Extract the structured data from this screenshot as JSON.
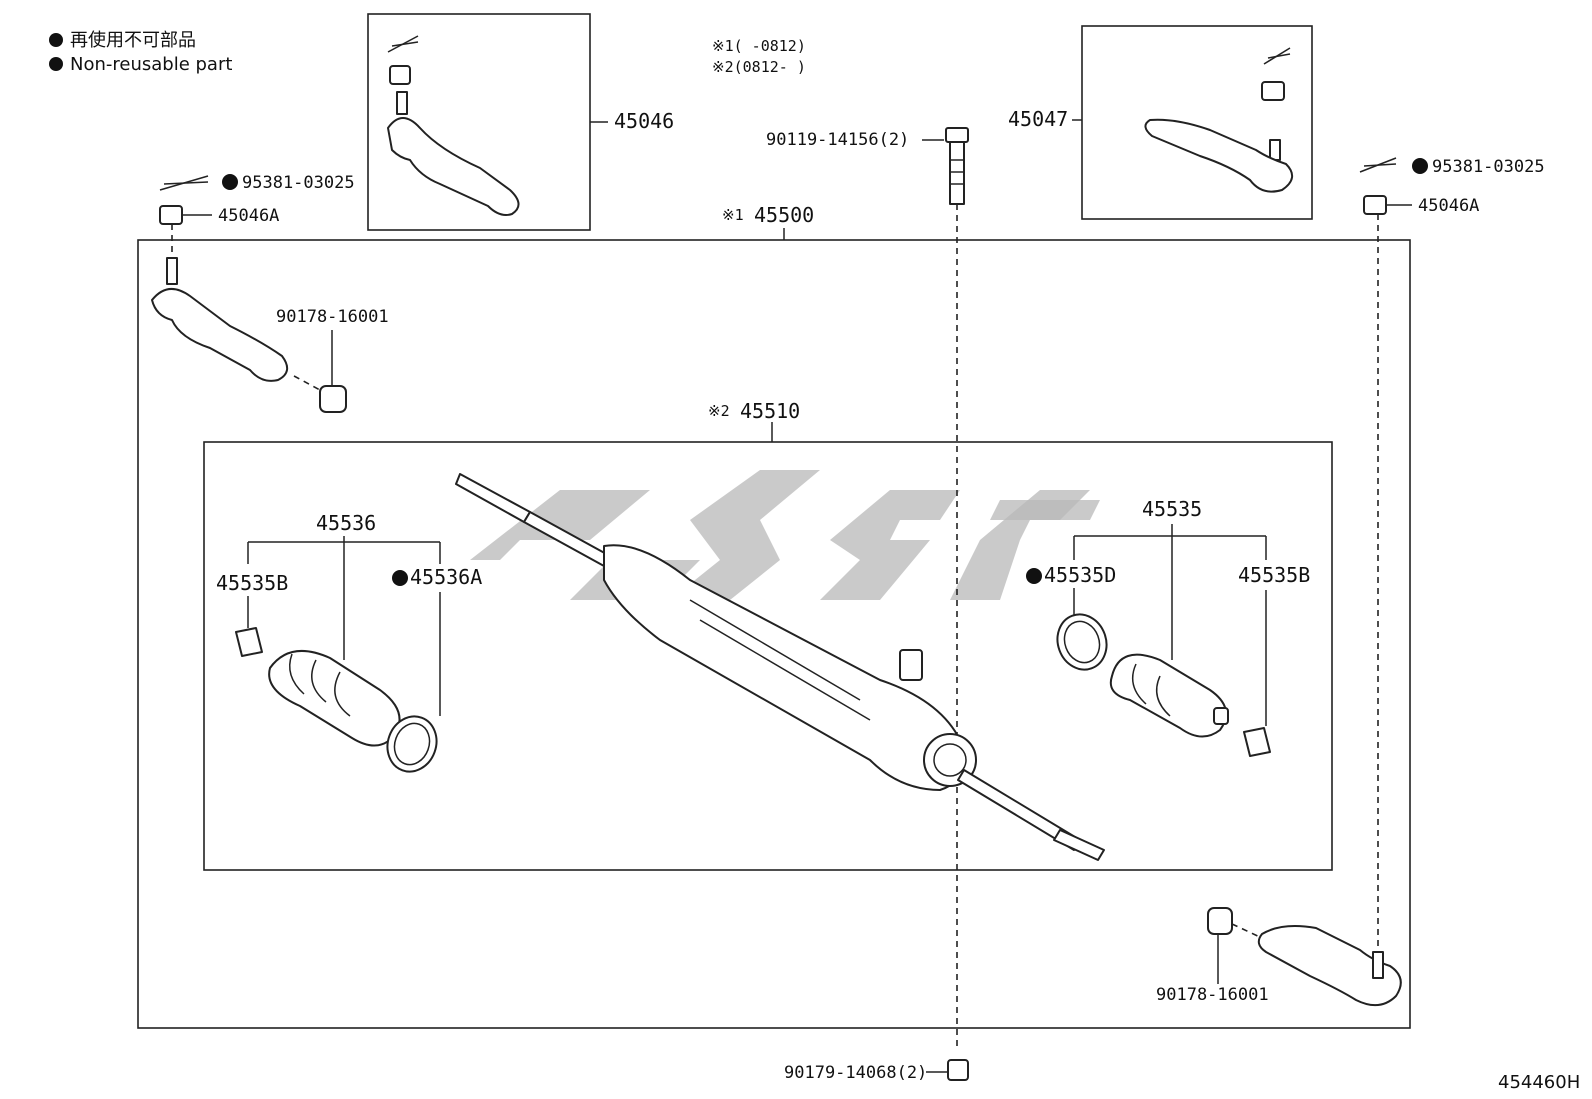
{
  "legend": {
    "jp": "再使用不可部品",
    "en": "Non-reusable part"
  },
  "notes": {
    "n1": "※1(   -0812)",
    "n2": "※2(0812-   )"
  },
  "labels": {
    "tie_end_lh_box": "45046",
    "tie_end_rh_box": "45047",
    "bolt_top": "90119-14156(2)",
    "pin_left": "95381-03025",
    "nut_left": "45046A",
    "pin_right": "95381-03025",
    "nut_right": "45046A",
    "assy_outer": "45500",
    "assy_outer_mark": "※1",
    "grommet_left": "90178-16001",
    "assy_inner": "45510",
    "assy_inner_mark": "※2",
    "boot_left": "45536",
    "clip_left": "45535B",
    "clamp_left": "45536A",
    "boot_right": "45535",
    "clamp_right": "45535D",
    "clip_right": "45535B",
    "grommet_right": "90178-16001",
    "nut_bottom": "90179-14068(2)",
    "drawing_no": "454460H"
  }
}
